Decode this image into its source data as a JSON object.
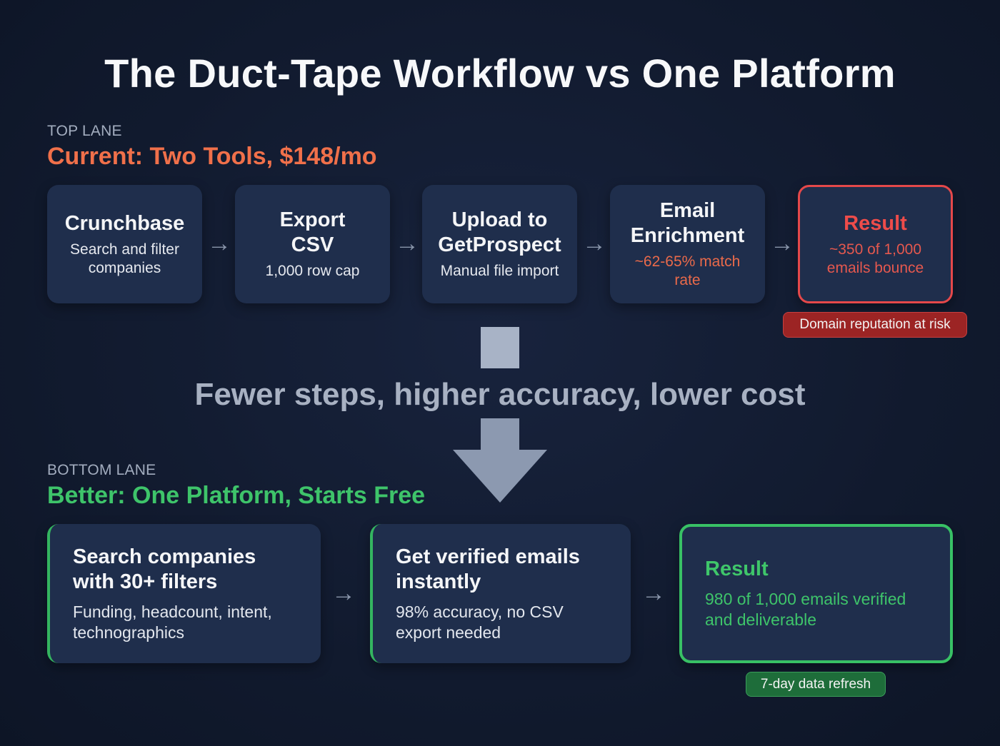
{
  "title": "The Duct-Tape Workflow vs One Platform",
  "top_lane": {
    "label": "TOP LANE",
    "heading": "Current: Two Tools, $148/mo",
    "steps": [
      {
        "title": "Crunchbase",
        "subtitle": "Search and filter companies"
      },
      {
        "title": "Export CSV",
        "subtitle": "1,000 row cap"
      },
      {
        "title": "Upload to GetProspect",
        "subtitle": "Manual file import"
      },
      {
        "title": "Email Enrichment",
        "subtitle": "~62-65% match rate"
      },
      {
        "title": "Result",
        "subtitle": "~350 of 1,000 emails bounce"
      }
    ],
    "badge": "Domain reputation at risk"
  },
  "divider": {
    "text": "Fewer steps, higher accuracy, lower cost",
    "icon": "arrow-down-icon"
  },
  "bottom_lane": {
    "label": "BOTTOM LANE",
    "heading": "Better: One Platform, Starts Free",
    "steps": [
      {
        "title": "Search companies with 30+ filters",
        "subtitle": "Funding, headcount, intent, technographics"
      },
      {
        "title": "Get verified emails instantly",
        "subtitle": "98% accuracy, no CSV export needed"
      },
      {
        "title": "Result",
        "subtitle": "980 of 1,000 emails verified and deliverable"
      }
    ],
    "badge": "7-day data refresh"
  },
  "icons": {
    "arrow": "→"
  },
  "colors": {
    "background": "#111a2e",
    "card": "#1f2e4c",
    "red_accent": "#e5484a",
    "orange_heading": "#f0704a",
    "green_accent": "#3ec46a",
    "arrow": "#8a96ab"
  }
}
